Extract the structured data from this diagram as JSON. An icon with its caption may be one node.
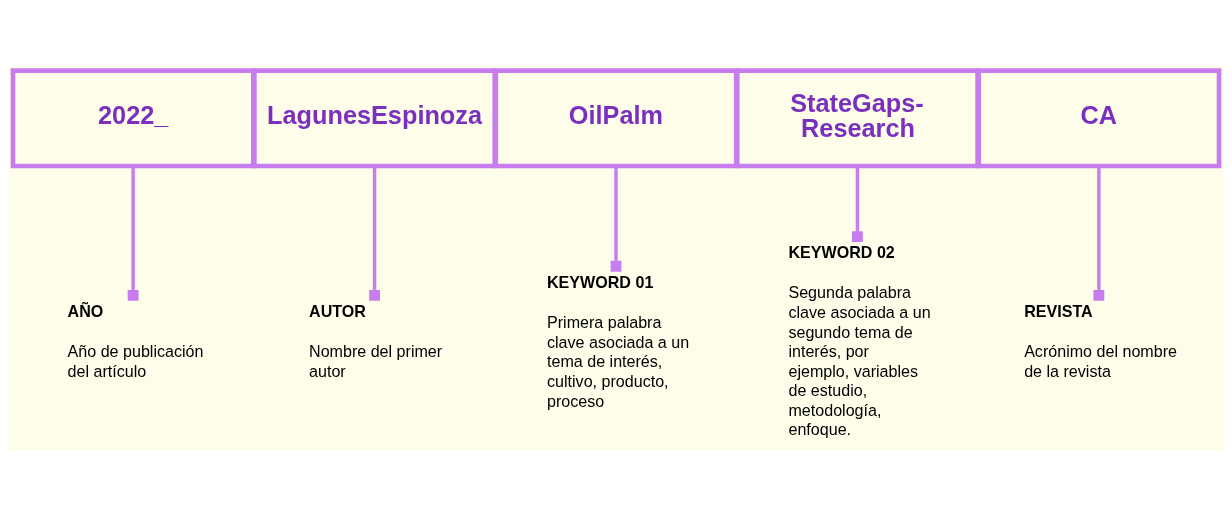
{
  "diagram": {
    "nodes": [
      {
        "text": [
          "2022_"
        ]
      },
      {
        "text": [
          "LagunesEspinoza"
        ]
      },
      {
        "text": [
          "OilPalm"
        ]
      },
      {
        "text": [
          "StateGaps-Research"
        ]
      },
      {
        "text": [
          "CA"
        ]
      },
      {
        "text": [
          "AÑO",
          "Año de publicación del artículo"
        ]
      },
      {
        "text": [
          "AUTOR",
          "Nombre del primer autor"
        ]
      },
      {
        "text": [
          "KEYWORD 01",
          "Primera palabra clave asociada a un tema de interés, cultivo, producto, proceso"
        ]
      },
      {
        "text": [
          "KEYWORD 02",
          "Segunda palabra clave asociada a un segundo tema de interés, por ejemplo, variables de estudio, metodología, enfoque."
        ]
      },
      {
        "text": [
          "REVISTA",
          "Acrónimo del nombre de la revista"
        ]
      }
    ],
    "edges": [
      {
        "from": 0,
        "to": 5,
        "arrow": "other"
      },
      {
        "from": 1,
        "to": 6,
        "arrow": "other"
      },
      {
        "from": 2,
        "to": 7,
        "arrow": "other"
      },
      {
        "from": 3,
        "to": 8,
        "arrow": "other"
      },
      {
        "from": 4,
        "to": 9,
        "arrow": "other"
      }
    ]
  }
}
